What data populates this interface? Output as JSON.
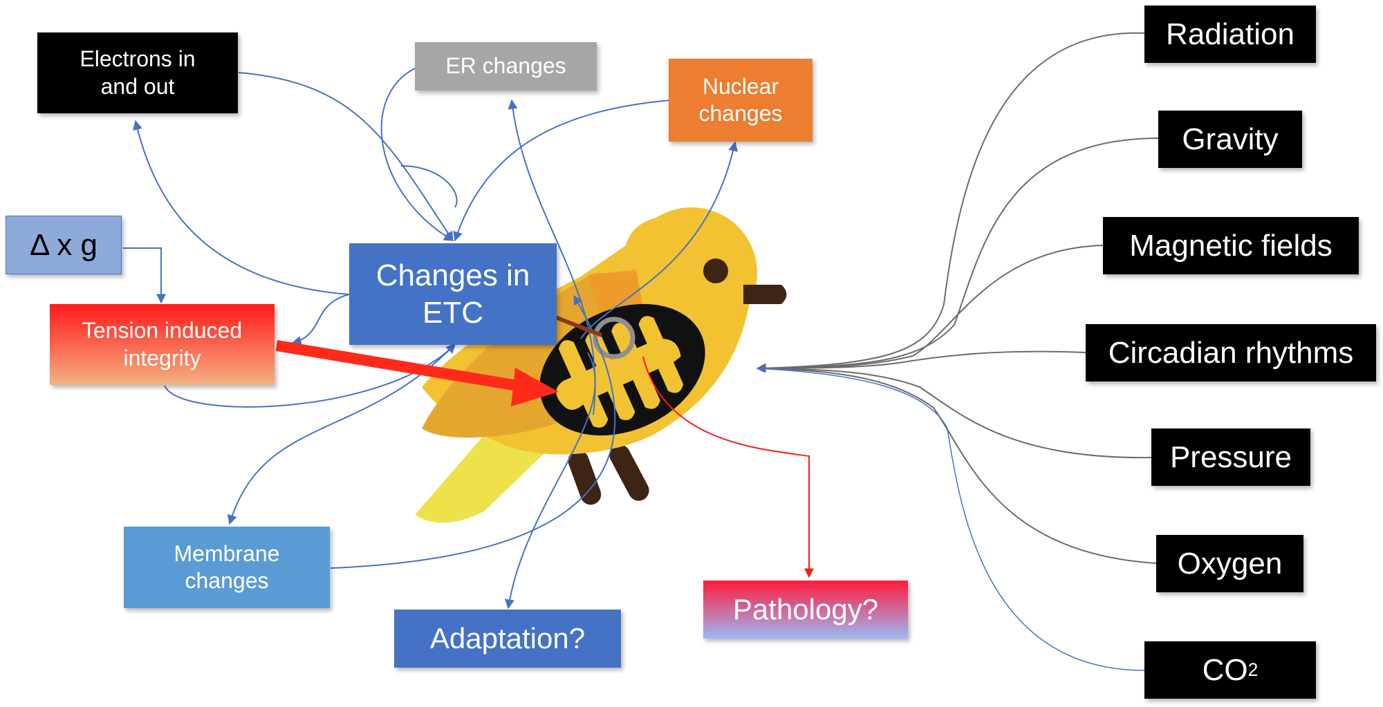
{
  "inputs": {
    "electrons": "Electrons in\nand out",
    "er_changes": "ER changes",
    "nuclear_changes": "Nuclear\nchanges",
    "delta_g": "Δ x g",
    "tension": "Tension induced\nintegrity",
    "etc": "Changes in\nETC"
  },
  "outcomes": {
    "membrane": "Membrane\nchanges",
    "adaptation": "Adaptation?",
    "pathology": "Pathology?"
  },
  "factors": {
    "radiation": "Radiation",
    "gravity": "Gravity",
    "magnetic": "Magnetic fields",
    "circadian": "Circadian rhythms",
    "pressure": "Pressure",
    "oxygen": "Oxygen",
    "co2_base": "CO",
    "co2_sub": "2"
  },
  "colors": {
    "blue_arrow": "#4472c4",
    "gray_arrow": "#666666",
    "red_arrow": "#ff2a1a",
    "etc_box": "#4472c4",
    "er_box": "#a6a6a6",
    "nuclear_box": "#ed7d31",
    "membrane_box": "#5b9bd5",
    "bird_yellow": "#f2c233",
    "mito_black": "#111111"
  }
}
